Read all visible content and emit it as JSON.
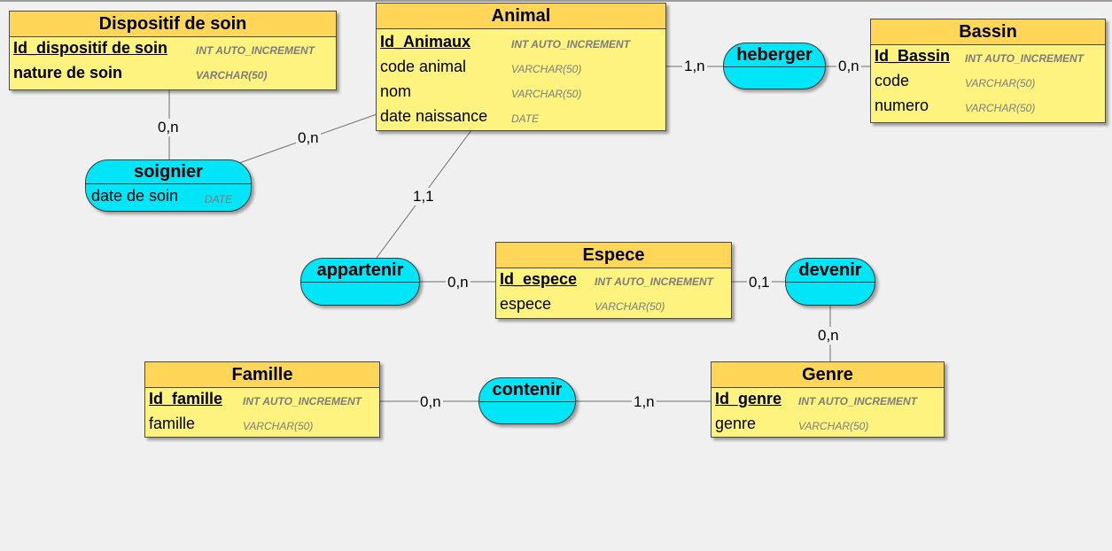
{
  "diagram": {
    "entities": {
      "dispositif": {
        "title": "Dispositif de soin",
        "attrs": [
          {
            "name": "Id_dispositif de soin",
            "type": "INT AUTO_INCREMENT"
          },
          {
            "name": "nature de soin",
            "type": "VARCHAR(50)"
          }
        ]
      },
      "animal": {
        "title": "Animal",
        "attrs": [
          {
            "name": "Id_Animaux",
            "type": "INT AUTO_INCREMENT"
          },
          {
            "name": "code animal",
            "type": "VARCHAR(50)"
          },
          {
            "name": "nom",
            "type": "VARCHAR(50)"
          },
          {
            "name": "date naissance",
            "type": "DATE"
          }
        ]
      },
      "bassin": {
        "title": "Bassin",
        "attrs": [
          {
            "name": "Id_Bassin",
            "type": "INT AUTO_INCREMENT"
          },
          {
            "name": "code",
            "type": "VARCHAR(50)"
          },
          {
            "name": "numero",
            "type": "VARCHAR(50)"
          }
        ]
      },
      "espece": {
        "title": "Espece",
        "attrs": [
          {
            "name": "Id_espece",
            "type": "INT AUTO_INCREMENT"
          },
          {
            "name": "espece",
            "type": "VARCHAR(50)"
          }
        ]
      },
      "famille": {
        "title": "Famille",
        "attrs": [
          {
            "name": "Id_famille",
            "type": "INT AUTO_INCREMENT"
          },
          {
            "name": "famille",
            "type": "VARCHAR(50)"
          }
        ]
      },
      "genre": {
        "title": "Genre",
        "attrs": [
          {
            "name": "Id_genre",
            "type": "INT AUTO_INCREMENT"
          },
          {
            "name": "genre",
            "type": "VARCHAR(50)"
          }
        ]
      }
    },
    "associations": {
      "heberger": {
        "title": "heberger"
      },
      "soignier": {
        "title": "soignier",
        "attrs": [
          {
            "name": "date de soin",
            "type": "DATE"
          }
        ]
      },
      "appartenir": {
        "title": "appartenir"
      },
      "devenir": {
        "title": "devenir"
      },
      "contenir": {
        "title": "contenir"
      }
    },
    "cardinalities": {
      "animal_heberger": "1,n",
      "bassin_heberger": "0,n",
      "dispositif_soignier": "0,n",
      "animal_soignier": "0,n",
      "animal_appartenir": "1,1",
      "espece_appartenir": "0,n",
      "espece_devenir": "0,1",
      "genre_devenir": "0,n",
      "famille_contenir": "0,n",
      "genre_contenir": "1,n"
    },
    "colors": {
      "entity_body": "#fff37f",
      "entity_header": "#ffd657",
      "association": "#00e5f7",
      "background": "#f0f0f0"
    }
  }
}
